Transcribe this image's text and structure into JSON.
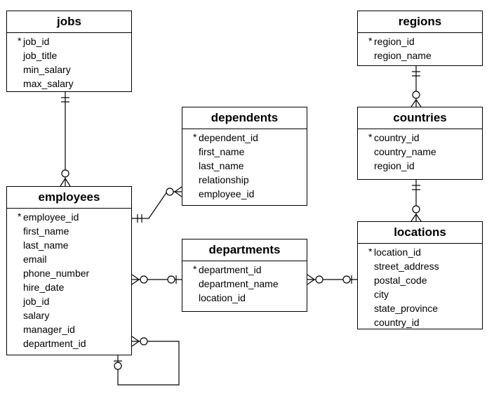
{
  "entities": {
    "jobs": {
      "title": "jobs",
      "fields": [
        "job_id",
        "job_title",
        "min_salary",
        "max_salary"
      ],
      "pk": "*"
    },
    "regions": {
      "title": "regions",
      "fields": [
        "region_id",
        "region_name"
      ],
      "pk": "*"
    },
    "dependents": {
      "title": "dependents",
      "fields": [
        "dependent_id",
        "first_name",
        "last_name",
        "relationship",
        "employee_id"
      ],
      "pk": "*"
    },
    "countries": {
      "title": "countries",
      "fields": [
        "country_id",
        "country_name",
        "region_id"
      ],
      "pk": "*"
    },
    "employees": {
      "title": "employees",
      "fields": [
        "employee_id",
        "first_name",
        "last_name",
        "email",
        "phone_number",
        "hire_date",
        "job_id",
        "salary",
        "manager_id",
        "department_id"
      ],
      "pk": "*"
    },
    "departments": {
      "title": "departments",
      "fields": [
        "department_id",
        "department_name",
        "location_id"
      ],
      "pk": "*"
    },
    "locations": {
      "title": "locations",
      "fields": [
        "location_id",
        "street_address",
        "postal_code",
        "city",
        "state_province",
        "country_id"
      ],
      "pk": "*"
    }
  }
}
